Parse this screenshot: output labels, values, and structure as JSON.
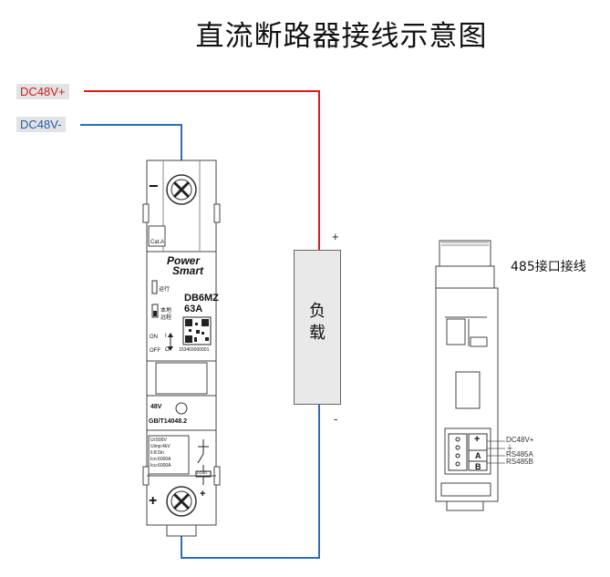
{
  "title": "直流断路器接线示意图",
  "supply": {
    "positive_label": "DC48V+",
    "negative_label": "DC48V-"
  },
  "load": {
    "label_line1": "负",
    "label_line2": "载",
    "plus": "+",
    "minus": "-"
  },
  "breaker": {
    "top_terminal": "−",
    "bottom_terminal": "+",
    "cat": "Cat.A",
    "brand_line1": "Power",
    "brand_line2": "Smart",
    "run_label": "运行",
    "local_label": "本地",
    "remote_label": "远程",
    "model": "DB6MZ",
    "rating": "63A",
    "serial": "153403000001",
    "on_label": "ON",
    "off_label": "OFF",
    "on_symbol": "I",
    "off_symbol": "O",
    "voltage": "48V",
    "standard": "GB/T14048.2",
    "specs": [
      "Ui:500V",
      "Uimp:4kV",
      "Ii:8.5In",
      "Icn:6000A",
      "Icu:6000A"
    ],
    "load_tag": "LOAD",
    "load_plus": "+"
  },
  "rear": {
    "caption": "485接口接线",
    "plus": "+",
    "a": "A",
    "b": "B",
    "pins": [
      "DC48V+",
      "⏚",
      "RS485A",
      "RS485B"
    ]
  },
  "colors": {
    "positive_wire": "#e01b1b",
    "negative_wire": "#2e6cc0"
  }
}
